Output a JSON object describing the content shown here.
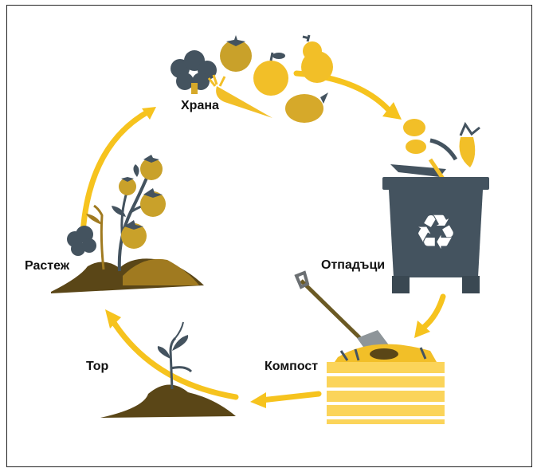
{
  "diagram": {
    "stages": {
      "food": "Храна",
      "waste": "Отпадъци",
      "compost": "Компост",
      "fertilizer": "Тор",
      "growth": "Растеж"
    },
    "recycle_symbol": "♻",
    "icons": [
      "food-icon",
      "waste-bin-icon",
      "recycle-icon",
      "shovel-icon",
      "compost-crate-icon",
      "seedling-icon",
      "tomato-plant-icon"
    ],
    "colors": {
      "arrow": "#f6c31e",
      "bin": "#44535f",
      "fruit": "#f2bf28",
      "soil": "#5a4617",
      "crate": "#fbd45a"
    }
  }
}
